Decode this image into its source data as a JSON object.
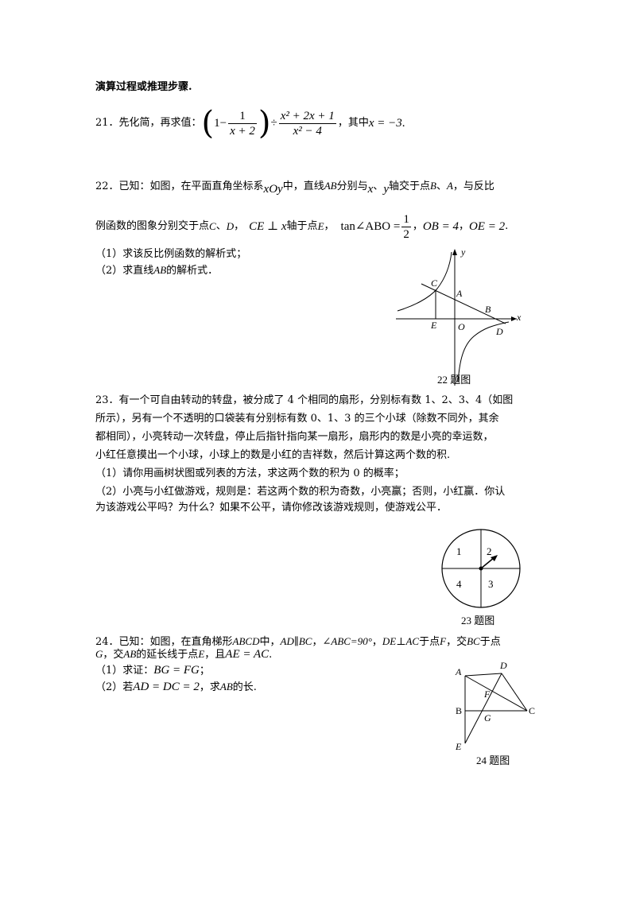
{
  "header": "演算过程或推理步骤.",
  "q21": {
    "prefix": "21．先化简，再求值：",
    "one": "1",
    "minus": "−",
    "f1_num": "1",
    "f1_den": "x + 2",
    "div": "÷",
    "f2_num": "x² + 2x + 1",
    "f2_den": "x² − 4",
    "where": "，其中",
    "cond": "x = −3",
    "dot": "."
  },
  "q22": {
    "line1_a": "22．已知：如图，在平面直角坐标系",
    "line1_xoy": "xOy",
    "line1_b": "中，直线",
    "line1_ab": "AB",
    "line1_c": "分别与",
    "line1_x": "x",
    "line1_sep": "、",
    "line1_y": "y",
    "line1_d": "轴交于点",
    "line1_B": "B",
    "line1_sep2": "、",
    "line1_A": "A",
    "line1_e": "，与反比",
    "line2_a": "例函数的图象分别交于点",
    "line2_C": "C",
    "line2_sep": "、",
    "line2_D": "D",
    "line2_comma": "，",
    "line2_ce": "CE ⊥ x",
    "line2_b": "轴于点",
    "line2_E": "E",
    "line2_comma2": "，",
    "tan_pre": "tan∠ABO =",
    "tan_num": "1",
    "tan_den": "2",
    "tan_post": "，",
    "ob": "OB = 4",
    "comma3": "，",
    "oe": "OE = 2",
    "period": ".",
    "sub1": "（1）求该反比例函数的解析式；",
    "sub2_a": "（2）求直线",
    "sub2_ab": "AB",
    "sub2_b": "的解析式．",
    "fig": {
      "y": "y",
      "x": "x",
      "C": "C",
      "A": "A",
      "B": "B",
      "E": "E",
      "O": "O",
      "D": "D",
      "caption": "22 题图"
    }
  },
  "q23": {
    "line1": "23．有一个可自由转动的转盘，被分成了 4 个相同的扇形，分别标有数 1、2、3、4（如图",
    "line2": "所示），另有一个不透明的口袋装有分别标有数 0、1、3 的三个小球（除数不同外，其余",
    "line3": "都相同），小亮转动一次转盘，停止后指针指向某一扇形，扇形内的数是小亮的幸运数，",
    "line4": "小红任意摸出一个小球，小球上的数是小红的吉祥数，然后计算这两个数的积.",
    "sub1": "（1）请你用画树状图或列表的方法，求这两个数的积为 0 的概率；",
    "sub2a": "（2）小亮与小红做游戏，规则是：若这两个数的积为奇数，小亮赢；否则，小红赢．你认",
    "sub2b": "为该游戏公平吗？为什么？如果不公平，请你修改该游戏规则，使游戏公平．",
    "fig": {
      "n1": "1",
      "n2": "2",
      "n3": "3",
      "n4": "4",
      "caption": "23 题图"
    }
  },
  "q24": {
    "line1_a": "24．已知：如图，在直角梯形",
    "line1_abcd": "ABCD",
    "line1_b": "中，",
    "line1_ad": "AD∥BC",
    "line1_c": "，",
    "line1_abc": "∠ABC=90°",
    "line1_d": "，",
    "line1_de": "DE⊥AC",
    "line1_e": "于点",
    "line1_F": "F",
    "line1_f": "，交",
    "line1_bc": "BC",
    "line1_g": "于点",
    "line2_G": "G",
    "line2_a": "，交",
    "line2_ab": "AB",
    "line2_b": "的延长线于点",
    "line2_E": "E",
    "line2_c": "，且",
    "line2_eq": "AE = AC",
    "line2_d": ".",
    "sub1_a": "（1）求证：",
    "sub1_eq": "BG = FG",
    "sub1_b": "；",
    "sub2_a": "（2）若",
    "sub2_eq": "AD = DC = 2",
    "sub2_b": "，求",
    "sub2_ab": "AB",
    "sub2_c": "的长.",
    "fig": {
      "A": "A",
      "D": "D",
      "F": "F",
      "B": "B",
      "G": "G",
      "C": "C",
      "E": "E",
      "caption": "24 题图"
    }
  }
}
